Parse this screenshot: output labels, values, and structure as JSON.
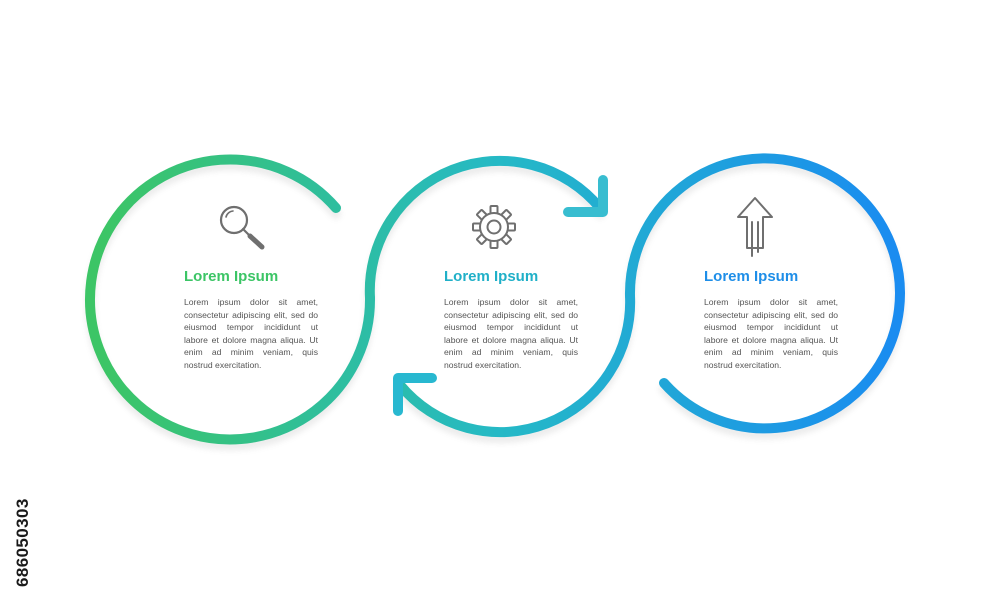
{
  "colors": {
    "green": "#3cc566",
    "teal": "#25b9c6",
    "blue": "#1a8cf0",
    "icon": "#6f6f6f",
    "body_text": "#555555"
  },
  "steps": [
    {
      "icon": "search-icon",
      "title": "Lorem Ipsum",
      "text": "Lorem ipsum dolor sit amet, consectetur adipiscing elit, sed do eiusmod tempor incididunt ut labore et dolore magna aliqua. Ut enim ad minim veniam, quis nostrud exercitation."
    },
    {
      "icon": "gear-icon",
      "title": "Lorem Ipsum",
      "text": "Lorem ipsum dolor sit amet, consectetur adipiscing elit, sed do eiusmod tempor incididunt ut labore et dolore magna aliqua. Ut enim ad minim veniam, quis nostrud exercitation."
    },
    {
      "icon": "arrow-up-icon",
      "title": "Lorem Ipsum",
      "text": "Lorem ipsum dolor sit amet, consectetur adipiscing elit, sed do eiusmod tempor incididunt ut labore et dolore magna aliqua. Ut enim ad minim veniam, quis nostrud exercitation."
    }
  ],
  "side_id": "686050303"
}
